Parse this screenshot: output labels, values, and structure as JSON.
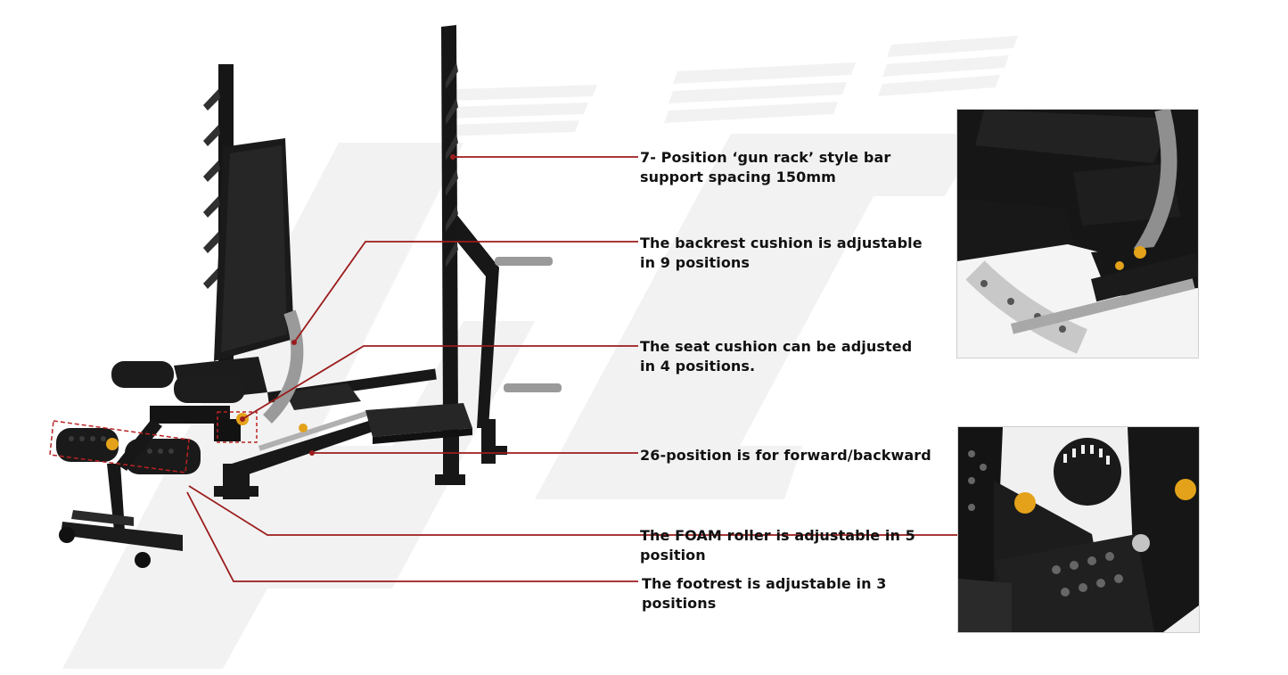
{
  "callouts": [
    {
      "line1": "7- Position ‘gun rack’ style bar",
      "line2": "support spacing 150mm"
    },
    {
      "line1": "The backrest cushion is adjustable",
      "line2": "in 9 positions"
    },
    {
      "line1": "The seat cushion can be adjusted",
      "line2": "in 4 positions."
    },
    {
      "line1": "26-position is for forward/backward",
      "line2": ""
    },
    {
      "line1": "The FOAM roller is adjustable in 5",
      "line2": "position"
    },
    {
      "line1": "The footrest is adjustable in 3",
      "line2": "positions"
    }
  ],
  "colors": {
    "leader": "#9b1c1c",
    "watermark": "#f1f1f1",
    "frame": "#141414",
    "chrome": "#b8b8b8",
    "knob": "#e3a21a"
  }
}
